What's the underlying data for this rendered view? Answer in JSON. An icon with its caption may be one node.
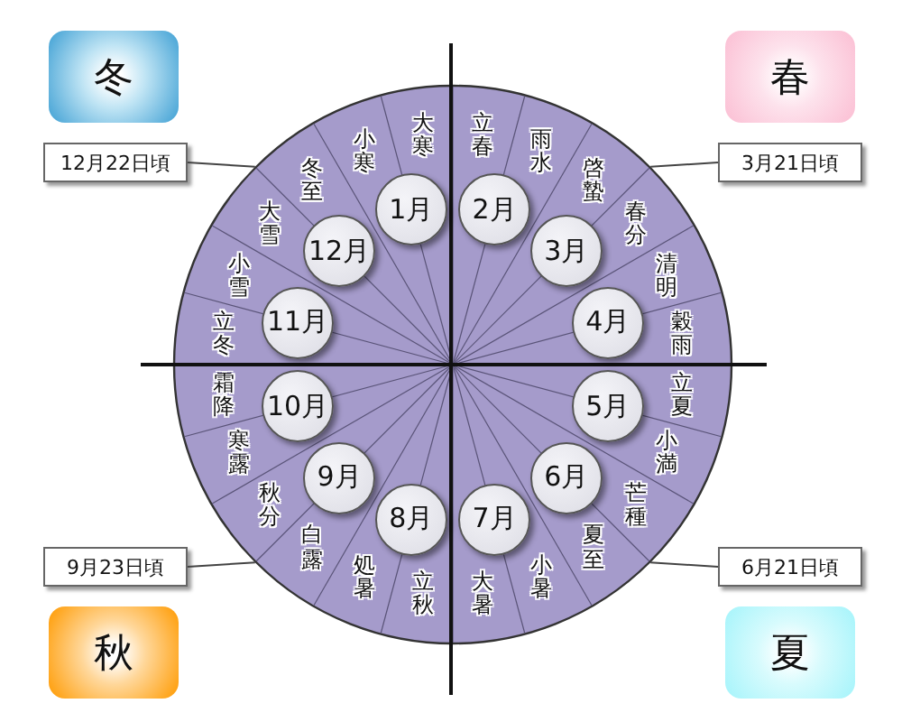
{
  "diagram": {
    "nodes": [
      {
        "text": [
          "冬"
        ]
      },
      {
        "text": [
          "春"
        ]
      },
      {
        "text": [
          "12月22日頃"
        ]
      },
      {
        "text": [
          "3月21日頃"
        ]
      },
      {
        "text": [],
        "shape": "circle"
      },
      {
        "text": [
          "1月"
        ],
        "in": 4
      },
      {
        "text": [
          "2月"
        ],
        "in": 4
      },
      {
        "text": [
          "3月"
        ],
        "in": 4
      },
      {
        "text": [
          "4月"
        ],
        "in": 4
      },
      {
        "text": [
          "5月"
        ],
        "in": 4
      },
      {
        "text": [
          "6月"
        ],
        "in": 4
      },
      {
        "text": [
          "7月"
        ],
        "in": 4
      },
      {
        "text": [
          "8月"
        ],
        "in": 4
      },
      {
        "text": [
          "9月"
        ],
        "in": 4
      },
      {
        "text": [
          "10月"
        ],
        "in": 4
      },
      {
        "text": [
          "11月"
        ],
        "in": 4
      },
      {
        "text": [
          "12月"
        ],
        "in": 4
      },
      {
        "text": [
          "9月23日頃"
        ]
      },
      {
        "text": [
          "6月21日頃"
        ]
      },
      {
        "text": [
          "秋"
        ]
      },
      {
        "text": [
          "夏"
        ]
      }
    ],
    "edges": [
      {
        "from": 2,
        "to": 4,
        "arrow": "none"
      },
      {
        "from": 3,
        "to": 4,
        "arrow": "none"
      },
      {
        "from": 17,
        "to": 4,
        "arrow": "none"
      },
      {
        "from": 18,
        "to": 4,
        "arrow": "none"
      }
    ],
    "labels": [
      "立春",
      "雨水",
      "啓蟄",
      "春分",
      "清明",
      "穀雨",
      "立夏",
      "小満",
      "芒種",
      "夏至",
      "小暑",
      "大暑",
      "立秋",
      "処暑",
      "白露",
      "秋分",
      "寒露",
      "霜降",
      "立冬",
      "小雪",
      "大雪",
      "冬至",
      "小寒",
      "大寒"
    ]
  }
}
